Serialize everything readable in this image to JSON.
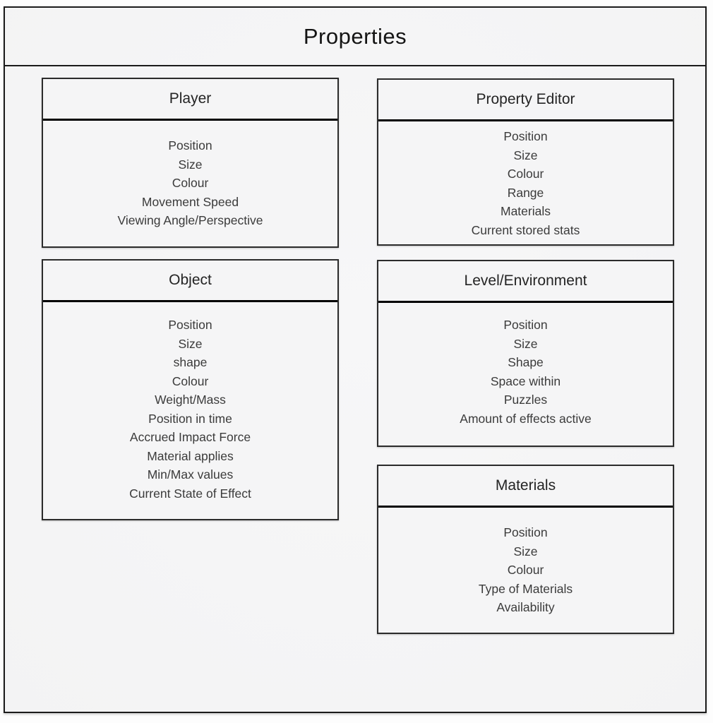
{
  "diagram": {
    "title": "Properties",
    "boxes": [
      {
        "id": "player",
        "title": "Player",
        "items": [
          "Position",
          "Size",
          "Colour",
          "Movement Speed",
          "Viewing Angle/Perspective"
        ]
      },
      {
        "id": "property-editor",
        "title": "Property Editor",
        "items": [
          "Position",
          "Size",
          "Colour",
          "Range",
          "Materials",
          "Current stored stats"
        ]
      },
      {
        "id": "object",
        "title": "Object",
        "items": [
          "Position",
          "Size",
          "shape",
          "Colour",
          "Weight/Mass",
          "Position in time",
          "Accrued Impact Force",
          "Material applies",
          "Min/Max values",
          "Current State of Effect"
        ]
      },
      {
        "id": "level-environment",
        "title": "Level/Environment",
        "items": [
          "Position",
          "Size",
          "Shape",
          "Space within",
          "Puzzles",
          "Amount of effects active"
        ]
      },
      {
        "id": "materials",
        "title": "Materials",
        "items": [
          "Position",
          "Size",
          "Colour",
          "Type of Materials",
          "Availability"
        ]
      }
    ],
    "colors": {
      "page_background": "#fdfdfd",
      "panel_fill": "#f5f5f6",
      "frame_border": "#1b1b1b",
      "box_border": "#2b2b2b",
      "header_divider": "#000000",
      "heading_text": "#242424",
      "item_text": "#3b3b3b"
    }
  }
}
